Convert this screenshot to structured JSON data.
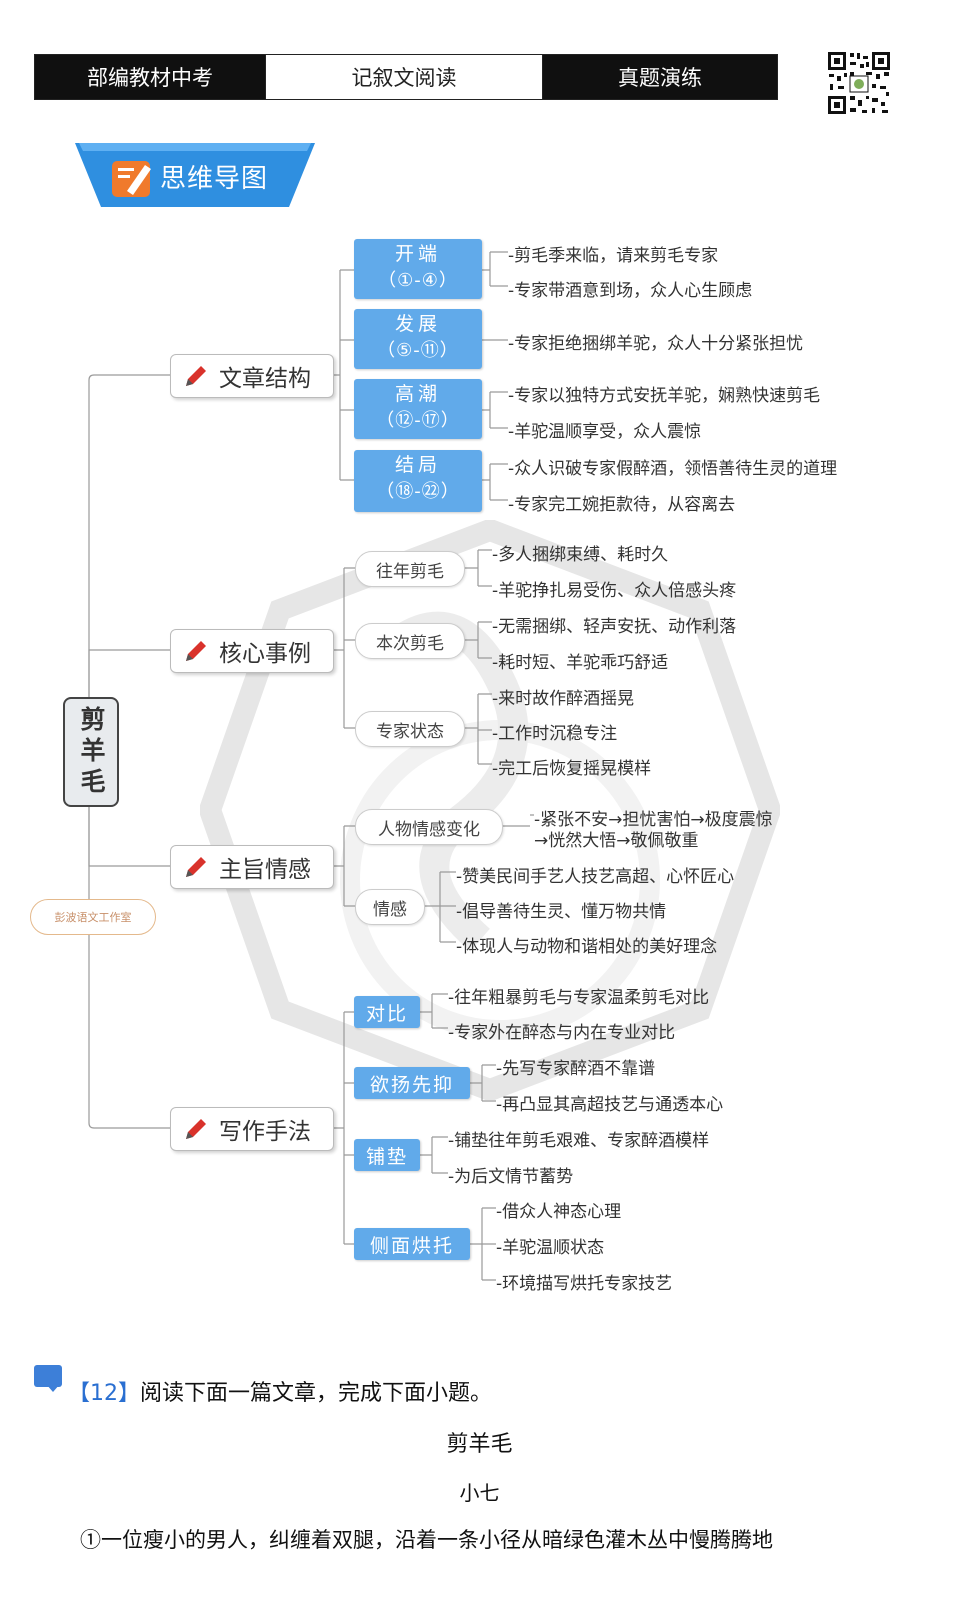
{
  "header": {
    "left": "部编教材中考",
    "center": "记叙文阅读",
    "right": "真题演练"
  },
  "banner": {
    "title": "思维导图"
  },
  "mindmap": {
    "root": "剪羊毛",
    "stamp": "彭波语文工作室",
    "structure": {
      "label": "文章结构",
      "items": [
        {
          "title": "开端",
          "range": "（①-④）",
          "leaves": [
            "-剪毛季来临，请来剪毛专家",
            "-专家带酒意到场，众人心生顾虑"
          ]
        },
        {
          "title": "发展",
          "range": "（⑤-⑪）",
          "leaves": [
            "-专家拒绝捆绑羊驼，众人十分紧张担忧"
          ]
        },
        {
          "title": "高潮",
          "range": "（⑫-⑰）",
          "leaves": [
            "-专家以独特方式安抚羊驼，娴熟快速剪毛",
            "-羊驼温顺享受，众人震惊"
          ]
        },
        {
          "title": "结局",
          "range": "（⑱-㉒）",
          "leaves": [
            "-众人识破专家假醉酒，领悟善待生灵的道理",
            "-专家完工婉拒款待，从容离去"
          ]
        }
      ]
    },
    "events": {
      "label": "核心事例",
      "items": [
        {
          "title": "往年剪毛",
          "leaves": [
            "-多人捆绑束缚、耗时久",
            "-羊驼挣扎易受伤、众人倍感头疼"
          ]
        },
        {
          "title": "本次剪毛",
          "leaves": [
            "-无需捆绑、轻声安抚、动作利落",
            "-耗时短、羊驼乖巧舒适"
          ]
        },
        {
          "title": "专家状态",
          "leaves": [
            "-来时故作醉酒摇晃",
            "-工作时沉稳专注",
            "-完工后恢复摇晃模样"
          ]
        }
      ]
    },
    "theme": {
      "label": "主旨情感",
      "items": [
        {
          "title": "人物情感变化",
          "leaves": [
            "-紧张不安→担忧害怕→极度震惊",
            "→恍然大悟→敬佩敬重"
          ]
        },
        {
          "title": "情感",
          "leaves": [
            "-赞美民间手艺人技艺高超、心怀匠心",
            "-倡导善待生灵、懂万物共情",
            "-体现人与动物和谐相处的美好理念"
          ]
        }
      ]
    },
    "technique": {
      "label": "写作手法",
      "items": [
        {
          "title": "对比",
          "leaves": [
            "-往年粗暴剪毛与专家温柔剪毛对比",
            "-专家外在醉态与内在专业对比"
          ]
        },
        {
          "title": "欲扬先抑",
          "leaves": [
            "-先写专家醉酒不靠谱",
            "-再凸显其高超技艺与通透本心"
          ]
        },
        {
          "title": "铺垫",
          "leaves": [
            "-铺垫往年剪毛艰难、专家醉酒模样",
            "-为后文情节蓄势"
          ]
        },
        {
          "title": "侧面烘托",
          "leaves": [
            "-借众人神态心理",
            "-羊驼温顺状态",
            "-环境描写烘托专家技艺"
          ]
        }
      ]
    }
  },
  "question": {
    "number": "【12】",
    "prompt": "阅读下面一篇文章，完成下面小题。",
    "article_title": "剪羊毛",
    "author": "小七",
    "paragraph1": "①一位瘦小的男人，纠缠着双腿，沿着一条小径从暗绿色灌木丛中慢腾腾地"
  },
  "colors": {
    "accent_blue": "#61aaea",
    "banner_blue": "#2f8fe0",
    "header_dark": "#101010",
    "pen_red": "#d9322b"
  }
}
